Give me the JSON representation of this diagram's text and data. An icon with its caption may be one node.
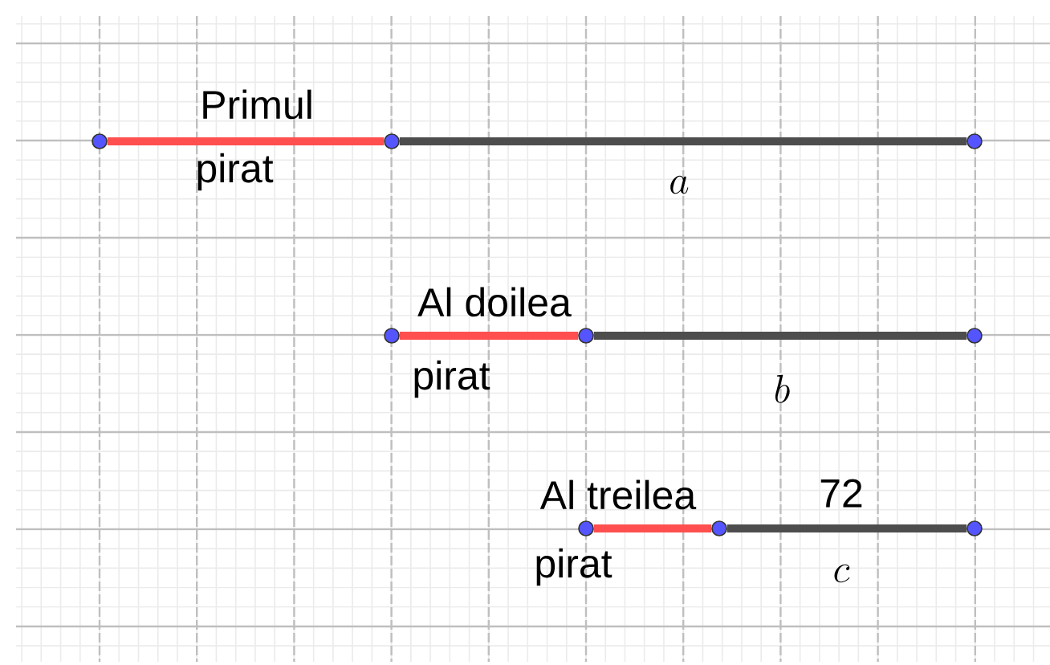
{
  "diagram": {
    "nodes": [
      {
        "text": [],
        "shape": "circle"
      },
      {
        "text": [],
        "shape": "circle"
      },
      {
        "text": [],
        "shape": "circle"
      },
      {
        "text": [],
        "shape": "circle"
      },
      {
        "text": [],
        "shape": "circle"
      },
      {
        "text": [],
        "shape": "circle"
      },
      {
        "text": [],
        "shape": "circle"
      },
      {
        "text": [],
        "shape": "circle"
      },
      {
        "text": [],
        "shape": "circle"
      }
    ],
    "edges": [
      {
        "from": 0,
        "to": 1,
        "arrow": "none",
        "color": "#ff4f4f"
      },
      {
        "from": 1,
        "to": 2,
        "arrow": "none",
        "color": "#4d4d4d"
      },
      {
        "from": 3,
        "to": 4,
        "arrow": "none",
        "color": "#ff4f4f"
      },
      {
        "from": 4,
        "to": 5,
        "arrow": "none",
        "color": "#4d4d4d"
      },
      {
        "from": 6,
        "to": 7,
        "arrow": "none",
        "color": "#ff4f4f"
      },
      {
        "from": 7,
        "to": 8,
        "arrow": "none",
        "color": "#4d4d4d"
      }
    ],
    "labels": [
      "Primul",
      "pirat",
      "a",
      "Al doilea",
      "pirat",
      "b",
      "Al treilea",
      "72",
      "pirat",
      "c"
    ]
  }
}
